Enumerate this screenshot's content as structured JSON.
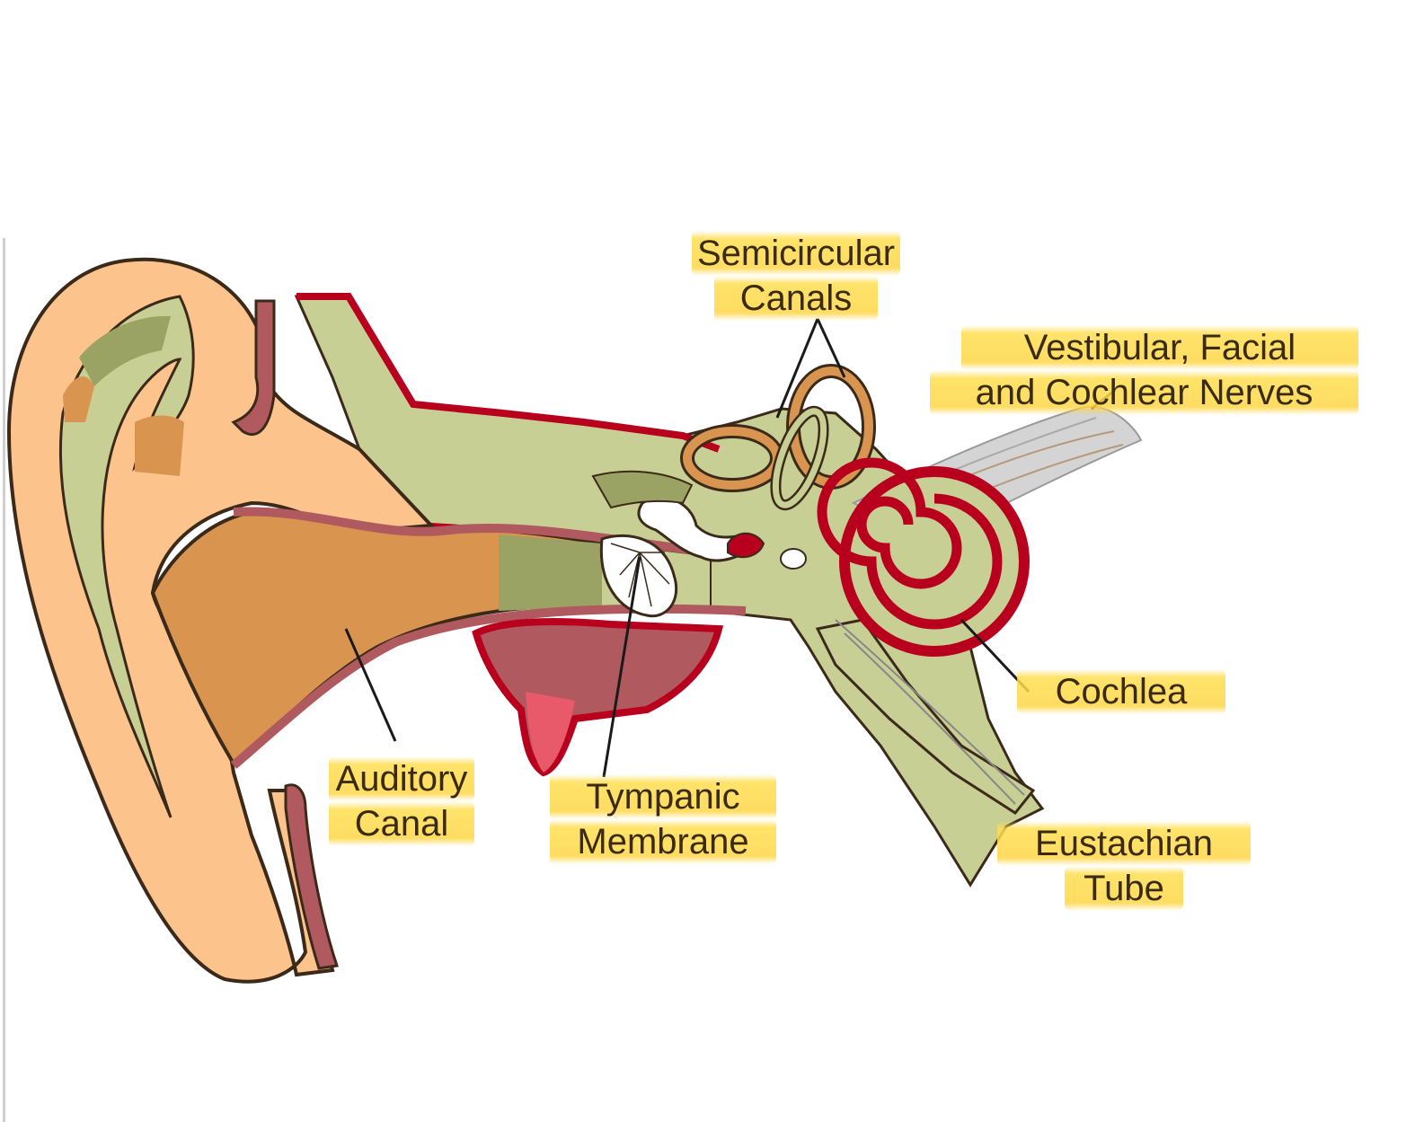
{
  "labels": {
    "semicircular_canals": {
      "line1": "Semicircular",
      "line2": "Canals"
    },
    "nerves": {
      "line1": "Vestibular, Facial",
      "line2": "and Cochlear Nerves"
    },
    "cochlea": {
      "line1": "Cochlea"
    },
    "auditory_canal": {
      "line1": "Auditory",
      "line2": "Canal"
    },
    "tympanic_membrane": {
      "line1": "Tympanic",
      "line2": "Membrane"
    },
    "eustachian_tube": {
      "line1": "Eustachian",
      "line2": "Tube"
    }
  },
  "colors": {
    "outer_ear": "#fcc48c",
    "canal": "#d9944f",
    "bone": "#c8cf94",
    "dark_green": "#9aa363",
    "outline_red": "#b8001e",
    "membrane_mauve": "#b0595e",
    "highlight": "#ffd84a"
  }
}
